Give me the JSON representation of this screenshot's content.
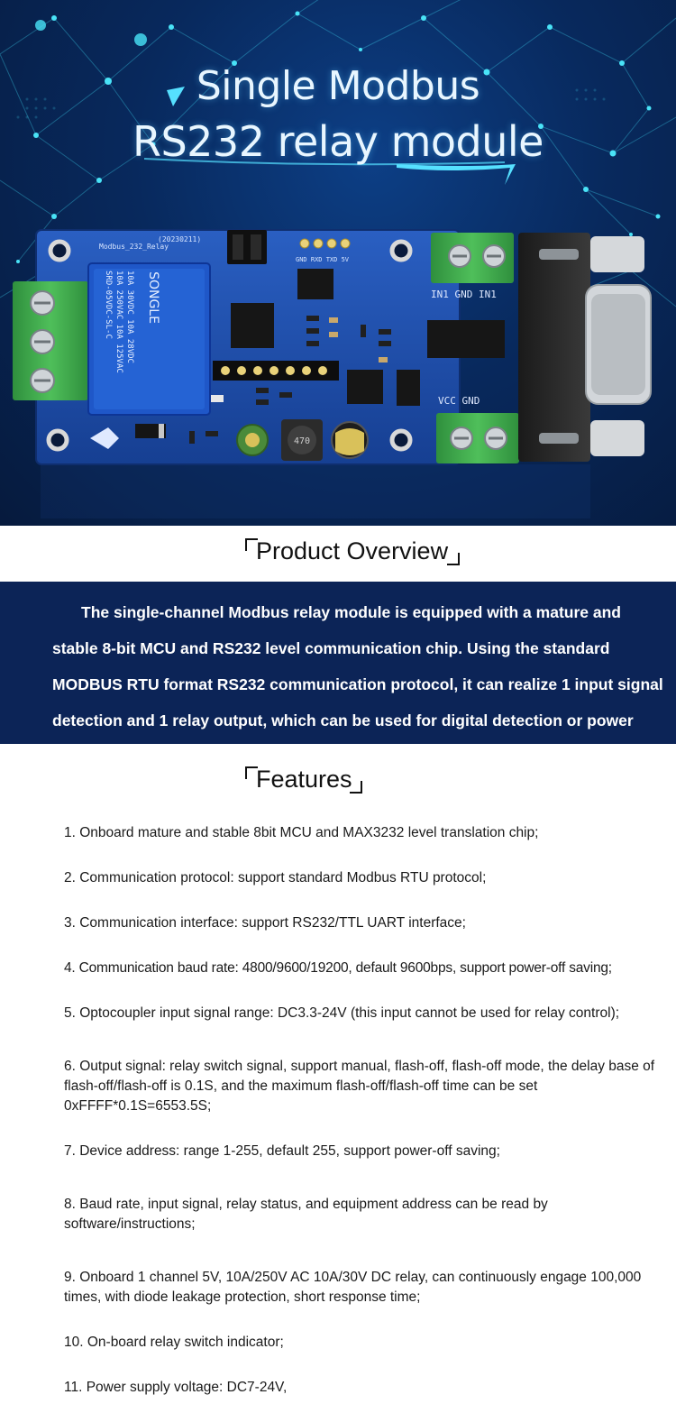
{
  "hero": {
    "title_line1": "Single Modbus",
    "title_line2": "RS232 relay module",
    "colors": {
      "background": "#08295d",
      "network": "#3fd6f0",
      "pcb": "#1d4fae",
      "terminal": "#3aa84a"
    },
    "board": {
      "relay_label_songle": "SONGLE",
      "relay_specs": [
        "10A 250VAC 10A 125VAC",
        "10A 30VDC 10A 28VDC",
        "SRD-05VDC-SL-C"
      ],
      "silk_board_name": "Modbus_232_Relay",
      "silk_date": "(20230211)",
      "silk_serial": "GND RXD TXD 5V",
      "silk_in_gnd": "IN1 GND IN1",
      "silk_vcc_gnd": "VCC GND",
      "silk_inductor": "470"
    }
  },
  "overview": {
    "heading": "Product Overview",
    "body": "The single-channel Modbus relay module is equipped with a mature and stable 8-bit MCU and RS232 level communication chip. Using the standard MODBUS RTU format RS232 communication protocol, it can realize 1 input signal detection and 1 relay output, which can be used for digital detection or power control occasions."
  },
  "features": {
    "heading": "Features",
    "items": [
      "1. Onboard mature and stable 8bit MCU and MAX3232 level translation chip;",
      "2. Communication protocol: support standard Modbus RTU protocol;",
      "3. Communication interface: support RS232/TTL UART interface;",
      "4. Communication baud rate: 4800/9600/19200, default 9600bps, support power-off saving;",
      "5. Optocoupler input signal range: DC3.3-24V (this input cannot be used for relay control);",
      "6. Output signal: relay switch signal, support manual, flash-off, flash-off mode, the delay base of flash-off/flash-off is 0.1S, and the maximum flash-off/flash-off time can be set 0xFFFF*0.1S=6553.5S;",
      "7. Device address: range 1-255, default 255, support power-off saving;",
      "8. Baud rate, input signal, relay status, and equipment address can be read by software/instructions;",
      "9. Onboard 1 channel 5V, 10A/250V AC 10A/30V DC relay, can continuously engage 100,000 times, with diode leakage protection, short response time;",
      "10. On-board relay switch indicator;",
      "11. Power supply voltage: DC7-24V,"
    ]
  }
}
